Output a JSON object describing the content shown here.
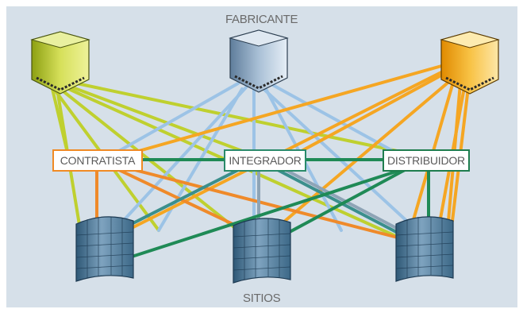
{
  "top_label": "FABRICANTE",
  "bottom_label": "SITIOS",
  "roles": [
    {
      "key": "contratista",
      "label": "CONTRATISTA",
      "color": "#f08a24"
    },
    {
      "key": "integrador",
      "label": "INTEGRADOR",
      "color": "#2a8a6a"
    },
    {
      "key": "distribuidor",
      "label": "DISTRIBUIDOR",
      "color": "#1e7d4e"
    }
  ],
  "manufacturers": [
    {
      "key": "green",
      "icon": "server-icon",
      "color": "#b9cc3a"
    },
    {
      "key": "blue",
      "icon": "server-icon",
      "color": "#8fa9c4"
    },
    {
      "key": "orange",
      "icon": "server-icon",
      "color": "#f5b324"
    }
  ],
  "sites": [
    {
      "key": "left",
      "icon": "building-icon"
    },
    {
      "key": "center",
      "icon": "building-icon"
    },
    {
      "key": "right",
      "icon": "building-icon"
    }
  ],
  "link_colors": {
    "green": "#bfd02f",
    "blue": "#9cc3e6",
    "orange": "#f5a623",
    "contratista": "#ef8a2a",
    "integrador": "#3b8f8c",
    "distribuidor": "#1f8a56",
    "steel": "#8ea4b6"
  }
}
